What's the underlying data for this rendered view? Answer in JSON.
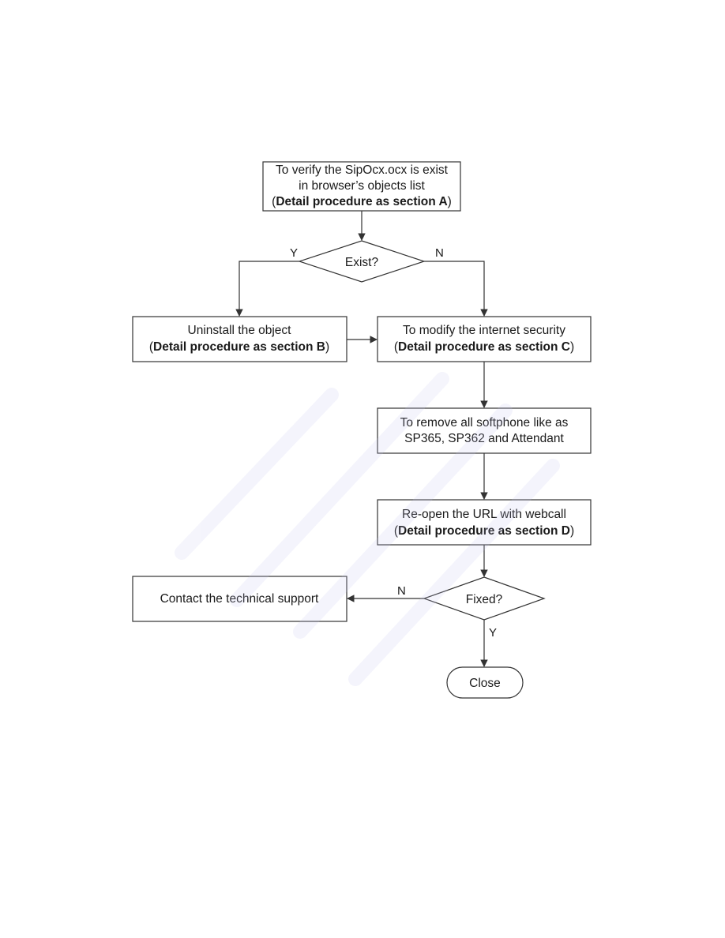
{
  "watermark": {
    "color": "#c8c8f0"
  },
  "flowchart": {
    "nodes": {
      "verify": {
        "lines": [
          "To verify the SipOcx.ocx is exist",
          "in browser’s objects list"
        ],
        "ref_prefix": "(",
        "ref_bold": "Detail procedure as section A",
        "ref_suffix": ")"
      },
      "exist": {
        "label": "Exist?"
      },
      "uninstall": {
        "lines": [
          "Uninstall the object"
        ],
        "ref_prefix": "(",
        "ref_bold": "Detail procedure as section B",
        "ref_suffix": ")"
      },
      "modify": {
        "lines": [
          "To modify the internet security"
        ],
        "ref_prefix": "(",
        "ref_bold": "Detail procedure as section C",
        "ref_suffix": ")"
      },
      "remove": {
        "lines": [
          "To remove all softphone like as",
          "SP365, SP362 and Attendant"
        ]
      },
      "reopen": {
        "lines": [
          "Re-open the URL with webcall"
        ],
        "ref_prefix": "(",
        "ref_bold": "Detail procedure as section D",
        "ref_suffix": ")"
      },
      "fixed": {
        "label": "Fixed?"
      },
      "contact": {
        "lines": [
          "Contact the technical support"
        ]
      },
      "close": {
        "label": "Close"
      }
    },
    "edge_labels": {
      "exist_yes": "Y",
      "exist_no": "N",
      "fixed_no": "N",
      "fixed_yes": "Y"
    }
  }
}
